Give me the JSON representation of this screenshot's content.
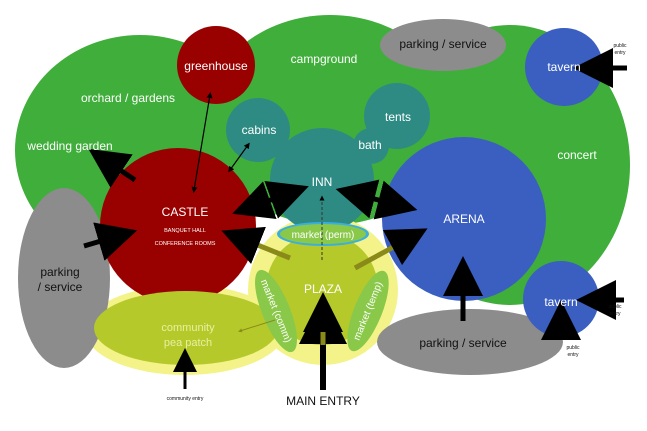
{
  "zones": {
    "campground": "campground",
    "orchard": "orchard / gardens",
    "wedding_garden": "wedding garden",
    "concert": "concert",
    "greenhouse": "greenhouse",
    "parking_top": "parking / service",
    "tavern_top": "tavern",
    "cabins": "cabins",
    "tents": "tents",
    "bath": "bath",
    "inn": "INN",
    "castle": "CASTLE",
    "castle_sub1": "BANQUET HALL",
    "castle_sub2": "CONFERENCE ROOMS",
    "arena": "ARENA",
    "market_perm": "market (perm)",
    "plaza": "PLAZA",
    "market_comm": "market (comm)",
    "market_temp": "market (temp)",
    "parking_left_line1": "parking",
    "parking_left_line2": "/ service",
    "pea_patch_line1": "community",
    "pea_patch_line2": "pea patch",
    "parking_bottom": "parking / service",
    "tavern_bottom": "tavern"
  },
  "entries": {
    "main": "MAIN ENTRY",
    "community": "community entry",
    "public_1": "public",
    "public_2": "entry"
  },
  "colors": {
    "green": "#3fae3a",
    "dark_red": "#990000",
    "teal": "#2e8b84",
    "blue": "#3b5fc0",
    "gray": "#8c8c8c",
    "yellow_green": "#b5c92a",
    "highlight_yellow": "#f3f38a",
    "cyan": "#3aaee0",
    "arrow": "#000000",
    "arrow_olive": "#8a8a1a"
  }
}
